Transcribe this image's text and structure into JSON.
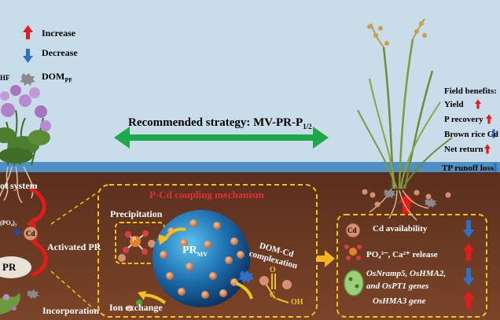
{
  "legend": {
    "increase": "Increase",
    "decrease": "Decrease",
    "dom": "DOM",
    "dom_sub": "PF"
  },
  "left": {
    "hf_fragment": "HF",
    "root_system": "ot system",
    "formula_fragment": "(PO₄)₃",
    "cd": "Cd",
    "activated_pr": "Activated PR",
    "pr": "PR",
    "incorporation": "Incorporation"
  },
  "strategy": {
    "label": "Recommended strategy: MV-PR-P",
    "sub": "1/2"
  },
  "field_benefits": {
    "title": "Field benefits:",
    "items": [
      {
        "label": "Yield",
        "direction": "up"
      },
      {
        "label": "P recovery",
        "direction": "up"
      },
      {
        "label": "Brown rice Cd",
        "direction": "down"
      },
      {
        "label": "Net return",
        "direction": "up"
      }
    ],
    "tp_runoff": "TP runoff loss",
    "tp_direction": "down"
  },
  "mechanism": {
    "title": "P-Cd coupling mechanism",
    "precipitation": "Precipitation",
    "sphere_label": "PR",
    "sphere_sub": "MV",
    "dom_cd_line1": "DOM-Cd",
    "dom_cd_line2": "complexation",
    "ion_exchange": "Ion exchange",
    "oh": "OH",
    "carbon": "C",
    "oxygen": "O",
    "p_atom": "P"
  },
  "effects": {
    "cd_badge": "Cd",
    "items": [
      {
        "text": "Cd availability",
        "direction": "down"
      },
      {
        "text": "PO₄³⁻, Ca²⁺ release",
        "direction": "up"
      },
      {
        "text": "OsNramp5, OsHMA2,",
        "direction": "down"
      },
      {
        "text": "and OsPT1 genes",
        "direction": ""
      },
      {
        "text": "OsHMA3 gene",
        "direction": "up"
      }
    ]
  },
  "colors": {
    "sky": "#c9dcea",
    "water": "#4e8fc4",
    "soil": "#6a3a24",
    "increase": "#e21b1b",
    "decrease": "#2f6fc4",
    "strategy_arrow": "#1ea84a",
    "mechanism_title": "#e0303a",
    "dashed_box": "#f2c21b"
  }
}
